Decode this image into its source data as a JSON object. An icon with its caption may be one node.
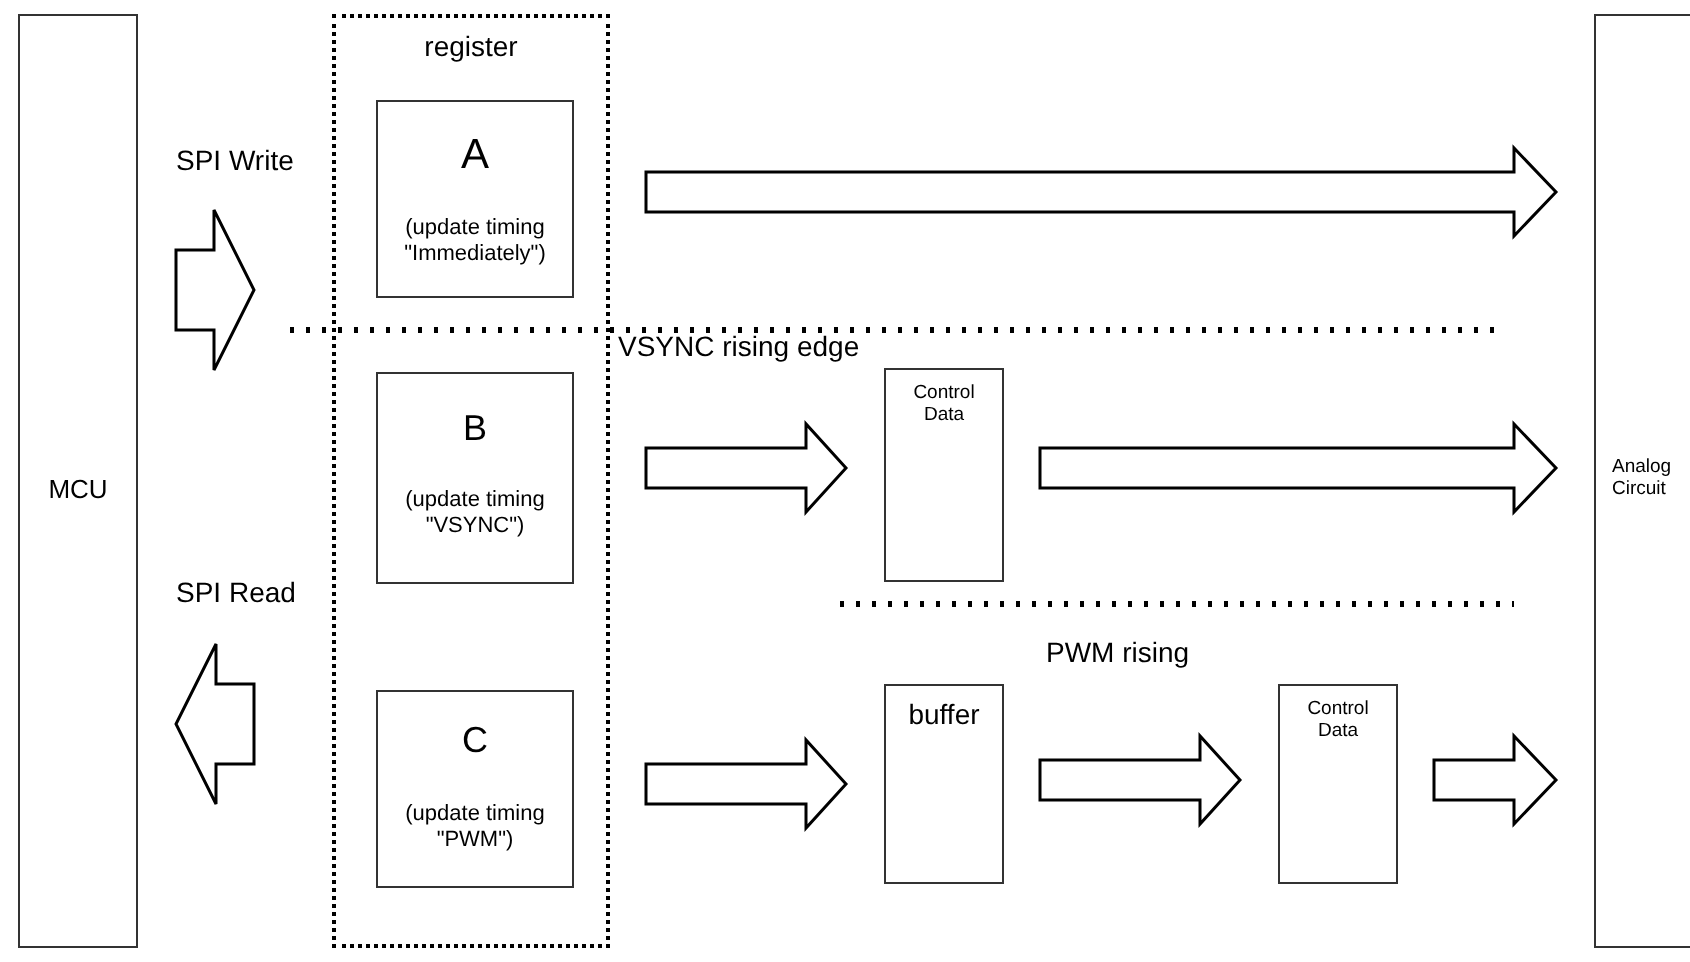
{
  "diagram": {
    "nodes": [
      {
        "text": [
          "MCU"
        ]
      },
      {
        "text": [
          "register"
        ]
      },
      {
        "text": [
          "A",
          "(update timing \"Immediately\")"
        ],
        "in": 1
      },
      {
        "text": [
          "B",
          "(update timing \"VSYNC\")"
        ],
        "in": 1
      },
      {
        "text": [
          "C",
          "(update timing \"PWM\")"
        ],
        "in": 1
      },
      {
        "text": [
          "Control Data"
        ]
      },
      {
        "text": [
          "buffer"
        ]
      },
      {
        "text": [
          "Control Data"
        ]
      },
      {
        "text": [
          "Analog Circuit"
        ]
      }
    ],
    "edges": [
      {
        "from": 0,
        "to": 1,
        "arrow": "to",
        "label": "SPI Write"
      },
      {
        "from": 1,
        "to": 0,
        "arrow": "to",
        "label": "SPI Read"
      },
      {
        "from": 2,
        "to": 8,
        "arrow": "to"
      },
      {
        "from": 3,
        "to": 5,
        "arrow": "to"
      },
      {
        "from": 5,
        "to": 8,
        "arrow": "to"
      },
      {
        "from": 4,
        "to": 6,
        "arrow": "to"
      },
      {
        "from": 6,
        "to": 7,
        "arrow": "to"
      },
      {
        "from": 7,
        "to": 8,
        "arrow": "to"
      }
    ],
    "labels": [
      "VSYNC rising edge",
      "PWM rising"
    ]
  }
}
